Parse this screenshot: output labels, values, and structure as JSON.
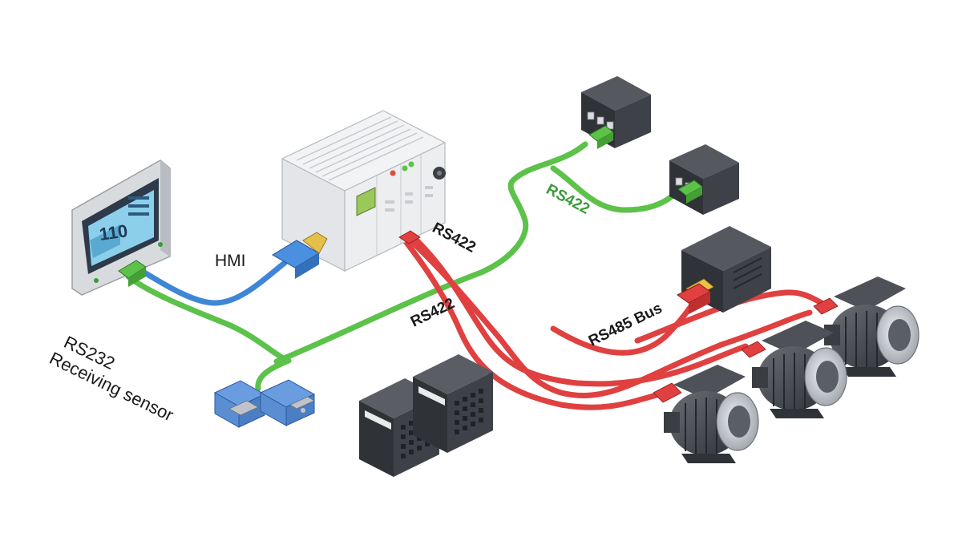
{
  "labels": {
    "hmi": "HMI",
    "rs422_plc": "RS422",
    "rs422_mid": "RS422",
    "rs422_green": "RS422",
    "rs485": "RS485 Bus",
    "rs232_line1": "RS232",
    "rs232_line2": "Receiving sensor"
  },
  "hmi_screen": {
    "readout": "110"
  },
  "colors": {
    "green_cable": "#5cc24a",
    "blue_cable": "#3f86d6",
    "red_cable": "#e04040",
    "rs422_green_text": "#3a9a3a",
    "text": "#1a1a1a",
    "device_dark": "#3a3d42",
    "plc_body": "#e9ebed"
  },
  "icons": [
    "hmi-panel-icon",
    "plc-controller-icon",
    "field-device-icon",
    "motor-icon",
    "power-supply-icon",
    "db9-connector-icon"
  ]
}
